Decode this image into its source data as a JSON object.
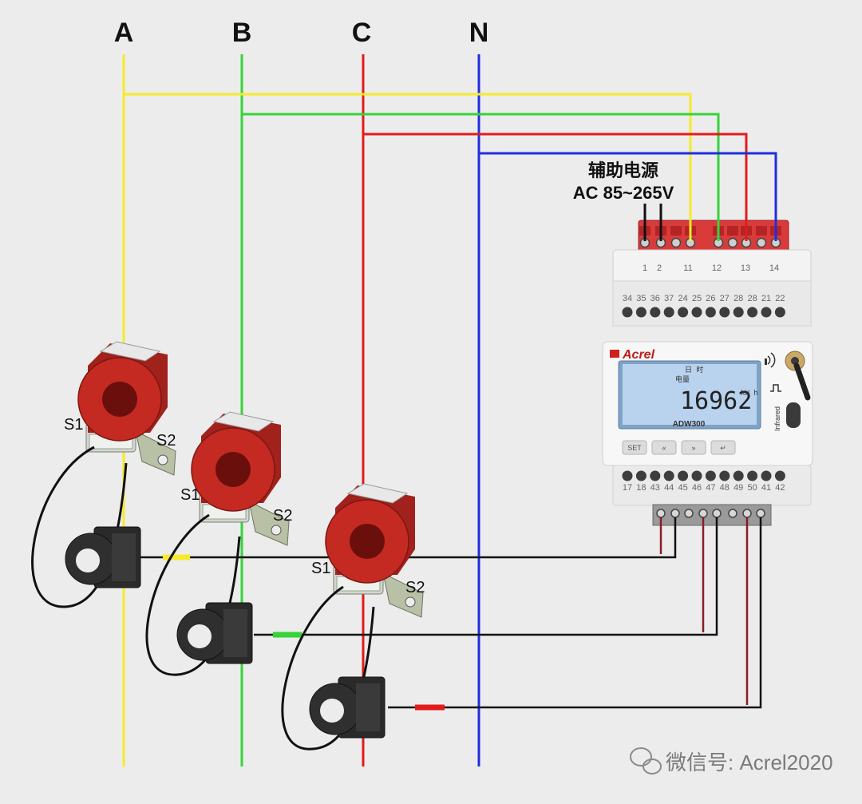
{
  "buses": [
    {
      "label": "A",
      "color": "#f6ea2a"
    },
    {
      "label": "B",
      "color": "#36d33a"
    },
    {
      "label": "C",
      "color": "#e21b1b"
    },
    {
      "label": "N",
      "color": "#1f2ee0"
    }
  ],
  "power_supply": {
    "line1": "辅助电源",
    "line2": "AC 85~265V"
  },
  "top_terminals": [
    "1",
    "2",
    "11",
    "12",
    "13",
    "14"
  ],
  "row_upper": [
    "34",
    "35",
    "36",
    "37",
    "24",
    "25",
    "26",
    "27",
    "28",
    "28",
    "21",
    "22"
  ],
  "row_lower": [
    "17",
    "18",
    "43",
    "44",
    "45",
    "46",
    "47",
    "48",
    "49",
    "50",
    "41",
    "42"
  ],
  "meter": {
    "brand": "Acrel",
    "model": "ADW300",
    "reading": "16962",
    "unit": "kW h",
    "infrared": "Infrared",
    "lcd_top": "日 时 ",
    "lcd_tag": "电量",
    "buttons": [
      "SET",
      "«",
      "»",
      "↵"
    ]
  },
  "ct_labels": {
    "s1": "S1",
    "s2": "S2"
  },
  "watermark": "微信号: Acrel2020"
}
